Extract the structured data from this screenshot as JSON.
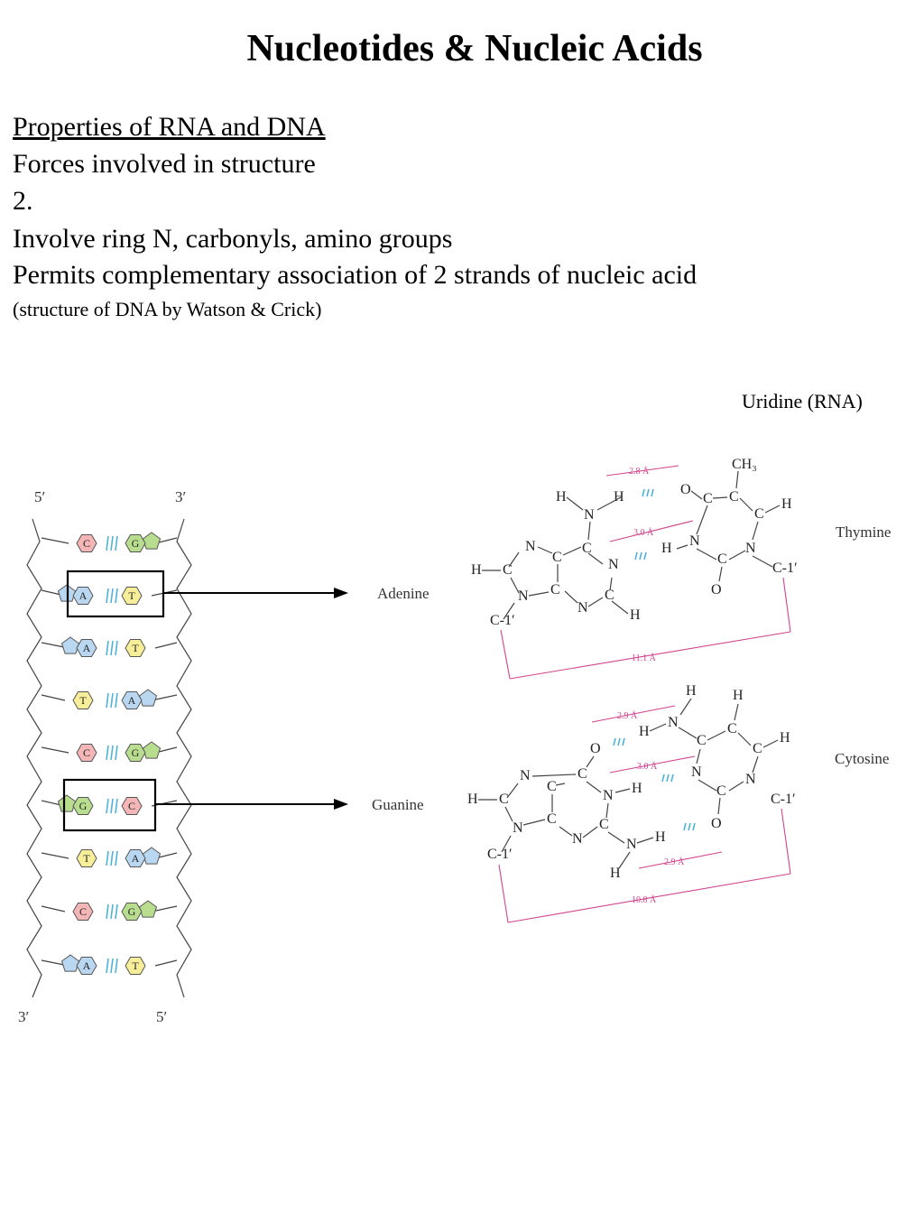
{
  "title": "Nucleotides & Nucleic Acids",
  "text": {
    "heading": "Properties of RNA and DNA",
    "line2": "Forces involved in structure",
    "line3": "2.",
    "line4": "Involve ring N, carbonyls, amino groups",
    "line5": "Permits complementary association of 2 strands of nucleic acid",
    "line6": "(structure of DNA by Watson & Crick)",
    "uridine": "Uridine (RNA)"
  },
  "helix": {
    "top_left": "5′",
    "top_right": "3′",
    "bottom_left": "3′",
    "bottom_right": "5′",
    "pairs": [
      [
        "C",
        "G"
      ],
      [
        "A",
        "T"
      ],
      [
        "A",
        "T"
      ],
      [
        "T",
        "A"
      ],
      [
        "C",
        "G"
      ],
      [
        "G",
        "C"
      ],
      [
        "T",
        "A"
      ],
      [
        "C",
        "G"
      ],
      [
        "A",
        "T"
      ]
    ]
  },
  "labels": {
    "adenine": "Adenine",
    "thymine": "Thymine",
    "guanine": "Guanine",
    "cytosine": "Cytosine"
  },
  "distances": {
    "at_top": "2.8 Å",
    "at_mid": "3.0 Å",
    "at_total": "11.1 Å",
    "gc_top": "2.9 Å",
    "gc_mid": "3.0 Å",
    "gc_bottom": "2.9 Å",
    "gc_total": "10.8 Å"
  },
  "colors": {
    "C": "#f4b6b6",
    "G": "#b9dd8f",
    "A": "#b9d7f0",
    "T": "#f7ee9a",
    "hbond": "#4fb3d9",
    "dimension": "#d0458f"
  }
}
